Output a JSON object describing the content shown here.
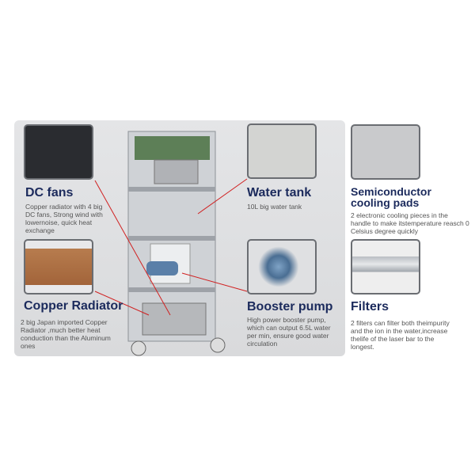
{
  "features": [
    {
      "title": "DC fans",
      "desc": "Copper radiator with 4 big DC fans, Strong wind with lowernoise, quick heat exchange"
    },
    {
      "title": "Copper Radiator",
      "desc": "2 big Japan imported Copper Radiator ,much better heat conduction than the Aluminum ones"
    },
    {
      "title": "Water tank",
      "desc": "10L big water tank"
    },
    {
      "title": "Booster pump",
      "desc": "High power booster pump, which can output 6.5L water per min, ensure good water circulation"
    },
    {
      "title_line1": "Semiconductor",
      "title_line2": "cooling pads",
      "desc": "2 electronic cooling pieces in the handle to make itstemperature reasch 0 Celsius degree quickly"
    },
    {
      "title": "Filters",
      "desc": "2 filters can filter both theimpurity and the ion in the water,increase thelife of the laser bar to the longest."
    }
  ],
  "colors": {
    "heading": "#1b2a5c",
    "line": "#d02020"
  }
}
